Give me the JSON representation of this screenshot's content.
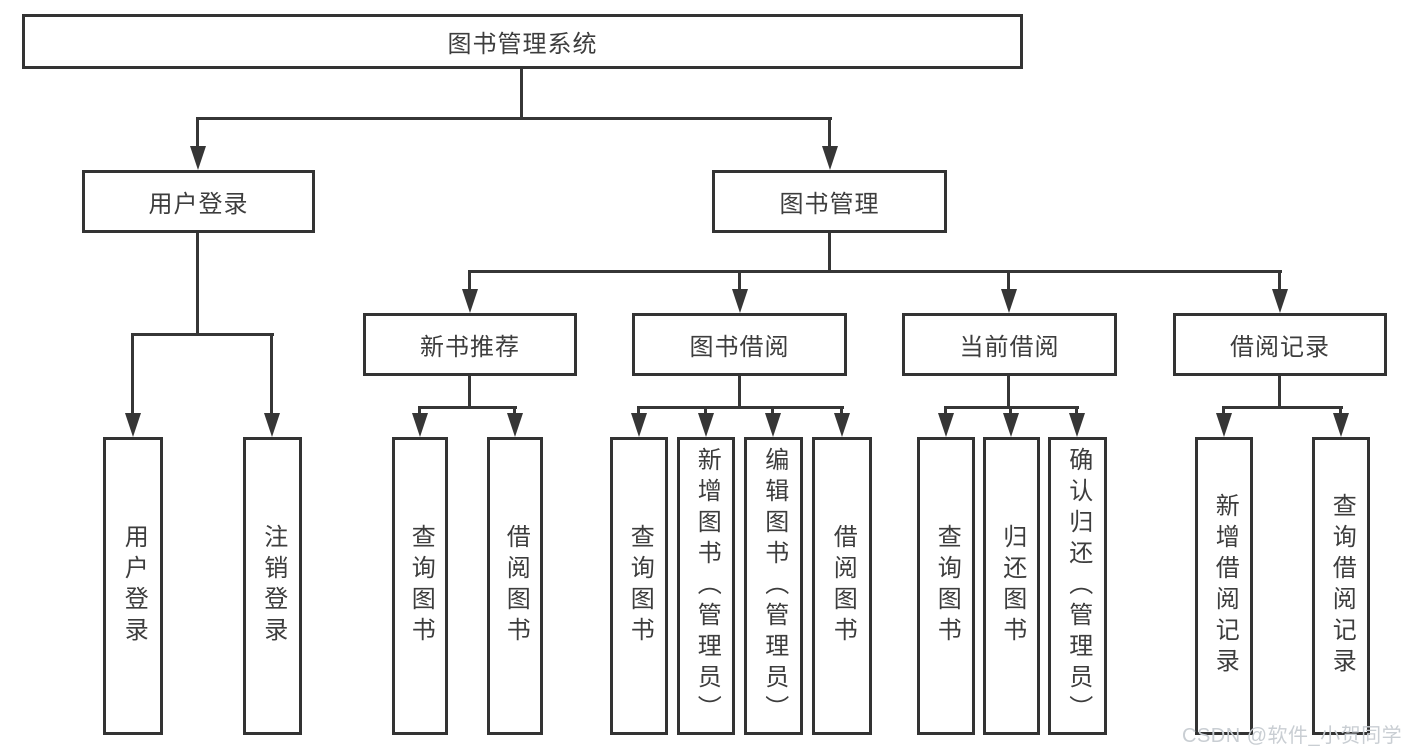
{
  "diagram_title": "图书管理系统",
  "nodes": {
    "root": "图书管理系统",
    "user_login": "用户登录",
    "book_mgmt": "图书管理",
    "new_books": "新书推荐",
    "book_borrow": "图书借阅",
    "current_borrow": "当前借阅",
    "borrow_records": "借阅记录"
  },
  "leaves": {
    "user_login": [
      "用户登录",
      "注销登录"
    ],
    "new_books": [
      "查询图书",
      "借阅图书"
    ],
    "book_borrow": [
      "查询图书",
      "新增图书（管理员）",
      "编辑图书（管理员）",
      "借阅图书"
    ],
    "current_borrow": [
      "查询图书",
      "归还图书",
      "确认归还（管理员）"
    ],
    "borrow_records": [
      "新增借阅记录",
      "查询借阅记录"
    ]
  },
  "watermark": "CSDN @软件_小贺同学",
  "colors": {
    "line": "#363636",
    "box_border": "#333333",
    "box_fill": "#ffffff",
    "text": "#3d3d3d",
    "watermark": "#c9ced3",
    "background": "#ffffff"
  }
}
